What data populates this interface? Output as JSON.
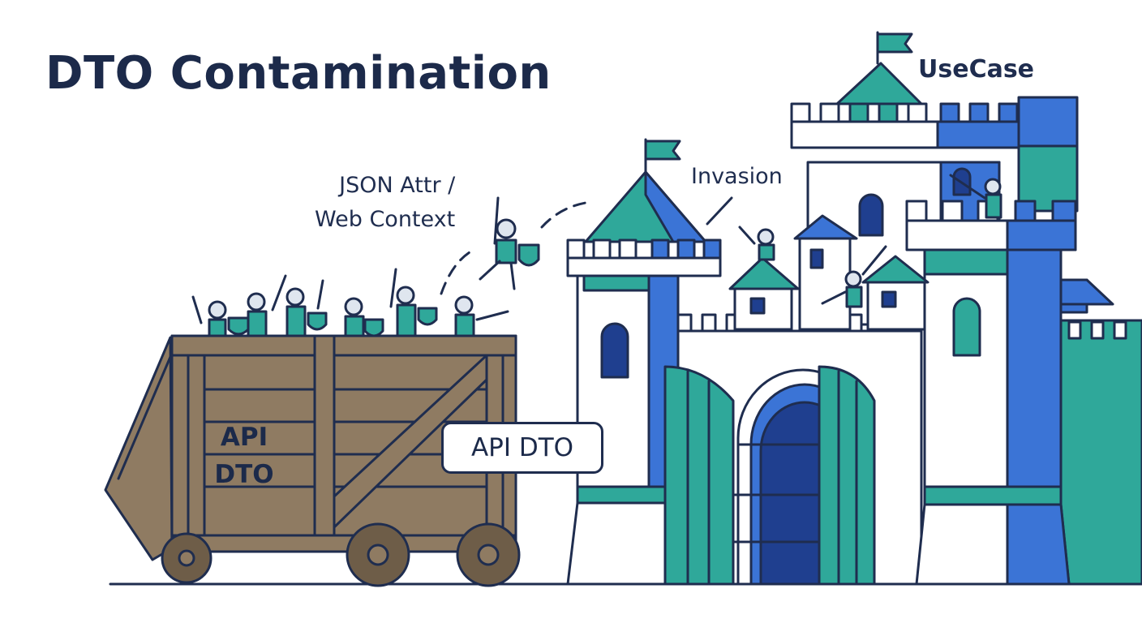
{
  "title": "DTO Contamination",
  "labels": {
    "usecase": "UseCase",
    "invasion": "Invasion",
    "json_attr_line1": "JSON Attr /",
    "json_attr_line2": "Web Context",
    "crate_line1": "API",
    "crate_line2": "DTO",
    "dto_tag": "API DTO"
  },
  "colors": {
    "ink": "#1f2d4f",
    "teal": "#2fa89a",
    "blue": "#3b74d6",
    "navy": "#1f3f8f",
    "wood": "#8f7b62",
    "wood_dark": "#6e5d48",
    "background": "#ffffff"
  },
  "icons": [
    "flag-icon",
    "sword-icon",
    "spear-icon",
    "shield-icon",
    "helmet-icon"
  ]
}
